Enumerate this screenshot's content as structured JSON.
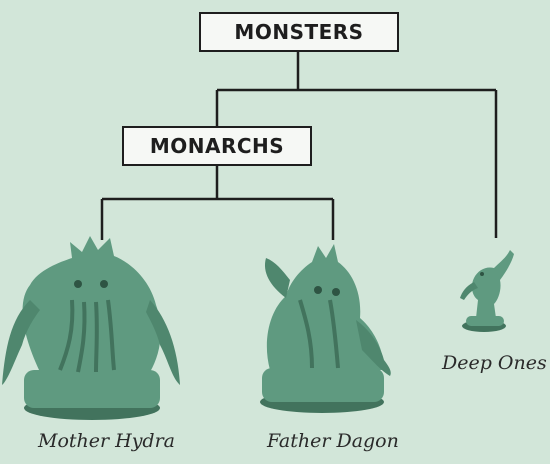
{
  "diagram": {
    "root": {
      "label": "MONSTERS"
    },
    "group": {
      "label": "MONARCHS"
    },
    "members": [
      {
        "label": "Mother Hydra",
        "figure": "tentacled-monster-figure"
      },
      {
        "label": "Father Dagon",
        "figure": "fish-monster-figure"
      },
      {
        "label": "Deep Ones",
        "figure": "small-fishman-figure"
      }
    ]
  },
  "colors": {
    "background": "#d2e6d9",
    "line": "#1e1e1e",
    "box_fill": "#f6f8f5",
    "figure": "#5f9a80",
    "figure_shadow": "#42735d"
  }
}
